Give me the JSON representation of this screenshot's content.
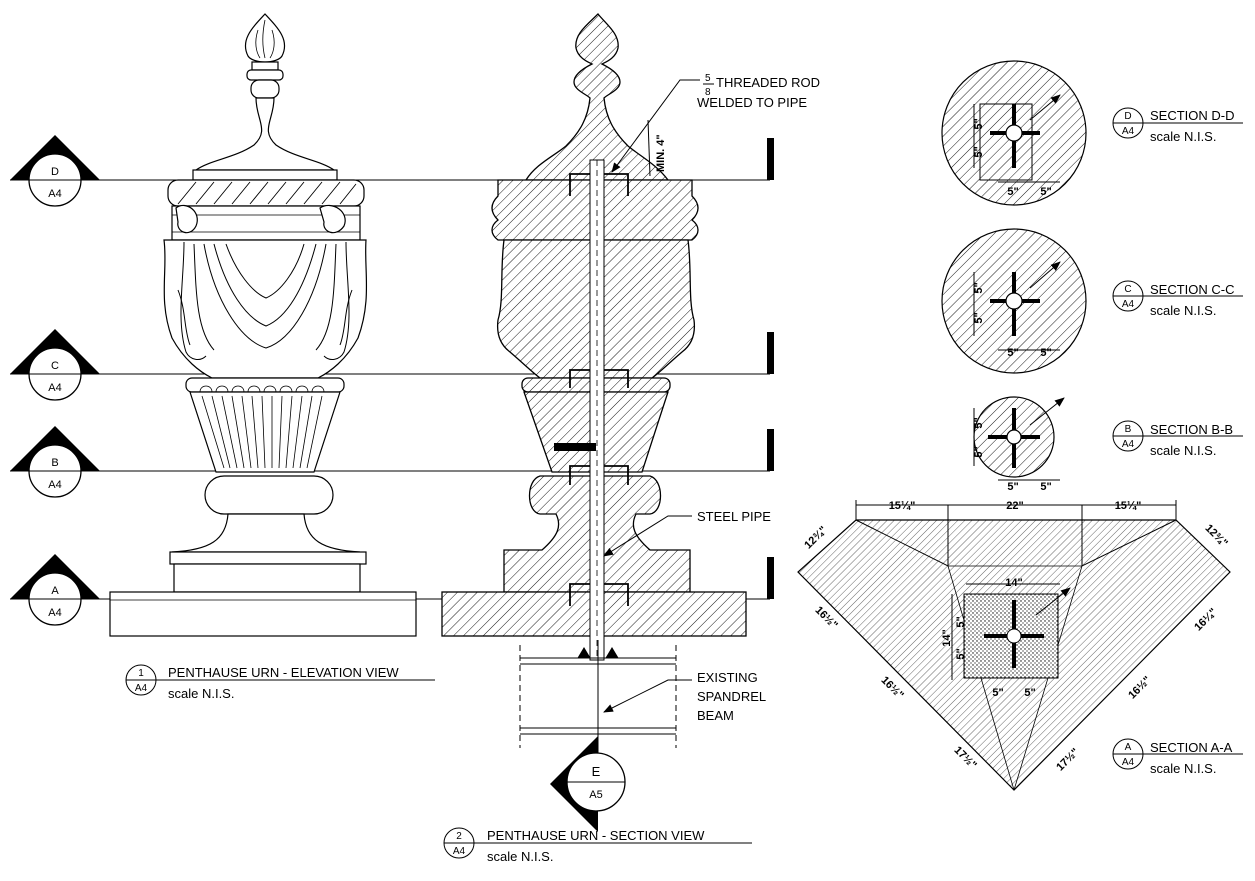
{
  "markers": [
    {
      "letter": "D",
      "sheet": "A4"
    },
    {
      "letter": "C",
      "sheet": "A4"
    },
    {
      "letter": "B",
      "sheet": "A4"
    },
    {
      "letter": "A",
      "sheet": "A4"
    }
  ],
  "section_e": {
    "letter": "E",
    "sheet": "A5"
  },
  "views": {
    "elevation": {
      "num": "1",
      "sheet": "A4",
      "title": "PENTHAUSE URN - ELEVATION VIEW",
      "scale": "scale N.I.S."
    },
    "section": {
      "num": "2",
      "sheet": "A4",
      "title": "PENTHAUSE URN - SECTION VIEW",
      "scale": "scale N.I.S."
    }
  },
  "callouts": {
    "rod_num": "5",
    "rod_den": "8",
    "rod_line1": "THREADED ROD",
    "rod_line2": "WELDED TO PIPE",
    "min": "MIN. 4\"",
    "pipe": "STEEL PIPE",
    "beam1": "EXISTING",
    "beam2": "SPANDREL",
    "beam3": "BEAM"
  },
  "sections": [
    {
      "letter": "D",
      "sheet": "A4",
      "title": "SECTION D-D",
      "scale": "scale N.I.S."
    },
    {
      "letter": "C",
      "sheet": "A4",
      "title": "SECTION C-C",
      "scale": "scale N.I.S."
    },
    {
      "letter": "B",
      "sheet": "A4",
      "title": "SECTION B-B",
      "scale": "scale N.I.S."
    },
    {
      "letter": "A",
      "sheet": "A4",
      "title": "SECTION A-A",
      "scale": "scale N.I.S."
    }
  ],
  "dims": {
    "five": "5\"",
    "top_left": "15¼\"",
    "top_mid": "22\"",
    "top_right": "15¼\"",
    "side_left": "12¾\"",
    "side_right": "12¾\"",
    "left1": "16½\"",
    "left2": "16½\"",
    "left3": "17½\"",
    "right1": "16¼\"",
    "right2": "16½\"",
    "right3": "17½\"",
    "fourteen_w": "14\"",
    "fourteen_h": "14\""
  }
}
